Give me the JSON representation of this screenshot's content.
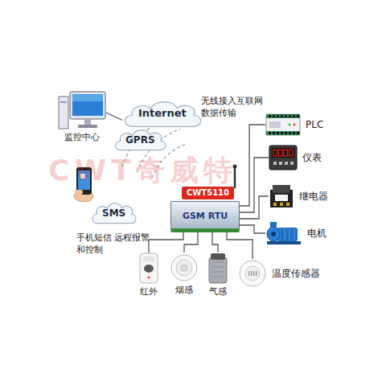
{
  "diagram": {
    "nodes": [
      {
        "text": [
          "监控中心"
        ]
      },
      {
        "text": [
          "Internet"
        ]
      },
      {
        "text": [
          "GPRS"
        ]
      },
      {
        "text": [
          "SMS"
        ]
      },
      {
        "text": [
          "CWT5110",
          "GSM RTU"
        ]
      },
      {
        "text": [
          "PLC"
        ]
      },
      {
        "text": [
          "仪表"
        ]
      },
      {
        "text": [
          "继电器"
        ]
      },
      {
        "text": [
          "电机"
        ]
      },
      {
        "text": [
          "红外"
        ]
      },
      {
        "text": [
          "烟感"
        ]
      },
      {
        "text": [
          "气感"
        ]
      },
      {
        "text": [
          "温度传感器"
        ]
      }
    ],
    "edges": [
      {
        "from": 0,
        "to": 1,
        "arrow": "none"
      },
      {
        "from": 4,
        "to": 5,
        "arrow": "none"
      },
      {
        "from": 4,
        "to": 6,
        "arrow": "none"
      },
      {
        "from": 4,
        "to": 7,
        "arrow": "none"
      },
      {
        "from": 4,
        "to": 8,
        "arrow": "none"
      },
      {
        "from": 4,
        "to": 9,
        "arrow": "none"
      },
      {
        "from": 4,
        "to": 10,
        "arrow": "none"
      },
      {
        "from": 4,
        "to": 11,
        "arrow": "none"
      },
      {
        "from": 4,
        "to": 12,
        "arrow": "none"
      }
    ],
    "labels": [
      "无线接入互联网 数据传输",
      "手机短信 远程报警和控制",
      "CWT奇威特"
    ]
  }
}
